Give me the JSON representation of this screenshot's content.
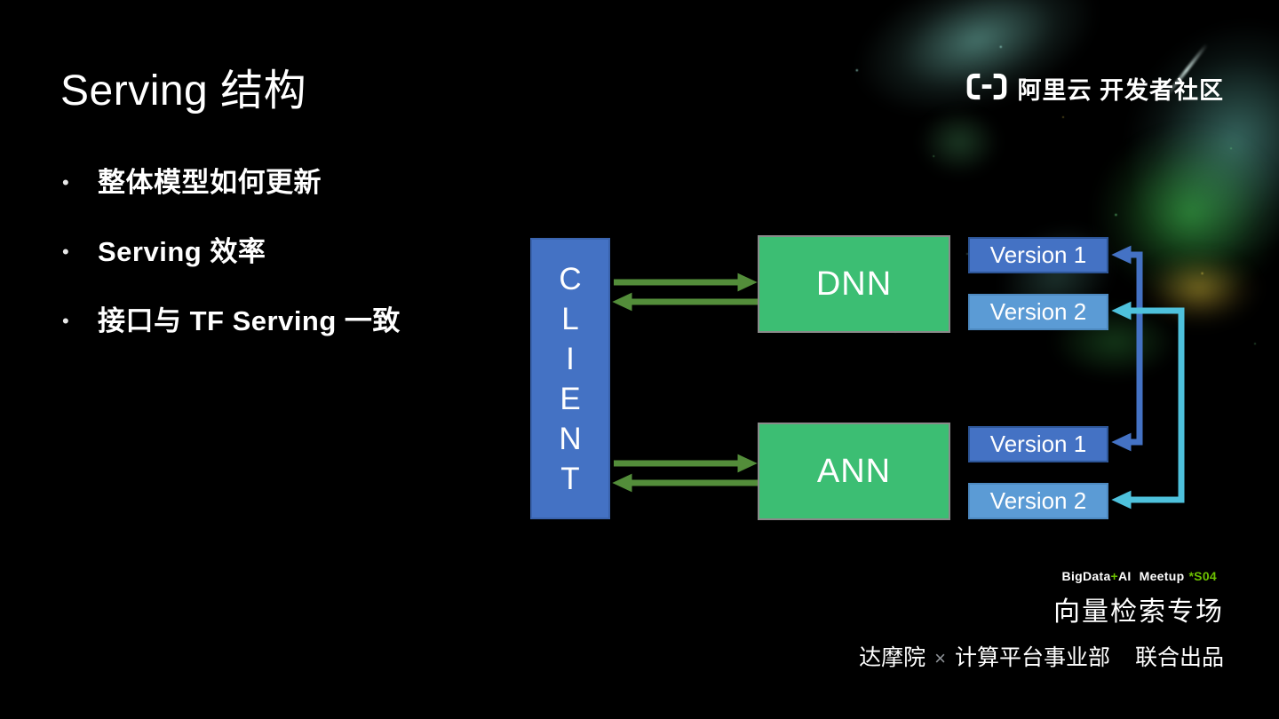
{
  "title": "Serving 结构",
  "logo": {
    "name": "阿里云 开发者社区"
  },
  "bullets": {
    "marker": "•",
    "items": [
      "整体模型如何更新",
      "Serving 效率",
      "接口与 TF Serving 一致"
    ]
  },
  "diagram": {
    "client": {
      "letters": [
        "C",
        "L",
        "I",
        "E",
        "N",
        "T"
      ]
    },
    "dnn_label": "DNN",
    "ann_label": "ANN",
    "dnn_version1": "Version 1",
    "dnn_version2": "Version 2",
    "ann_version1": "Version 1",
    "ann_version2": "Version 2",
    "colors": {
      "client_fill": "#4472C4",
      "node_fill": "#3CBE73",
      "version1_fill": "#4472C4",
      "version2_fill": "#5B9BD5",
      "request_arrow_green": "#538D3A",
      "version1_link_blue": "#4472C4",
      "version2_link_teal": "#4EC1DC"
    }
  },
  "footer": {
    "bigdata": "BigData",
    "plus": "+",
    "ai": "AI",
    "meetup": "Meetup",
    "session": "*S04",
    "accent_green": "#6CC000",
    "event_title": "向量检索专场",
    "credit_org1": "达摩院",
    "credit_times": "×",
    "credit_org2": "计算平台事业部",
    "credit_suffix": "联合出品"
  }
}
